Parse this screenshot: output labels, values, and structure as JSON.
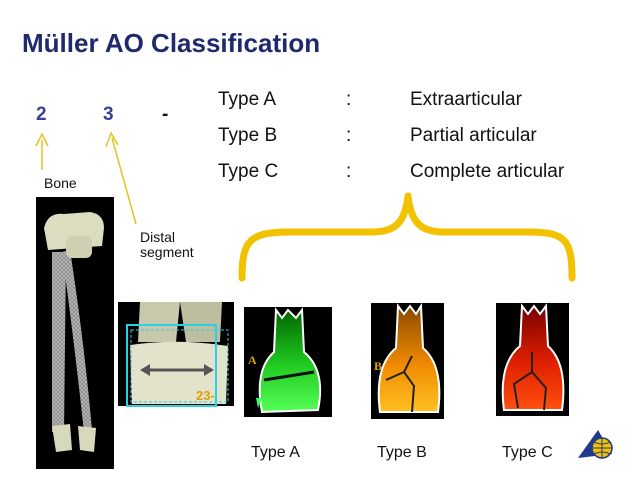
{
  "title": "Müller AO Classification",
  "code": {
    "bone": "2",
    "segment": "3",
    "dash": "-"
  },
  "labels": {
    "bone": "Bone",
    "segment_line1": "Distal",
    "segment_line2": "segment"
  },
  "types": [
    {
      "name": "Type A",
      "sep": ":",
      "desc": "Extraarticular"
    },
    {
      "name": "Type B",
      "sep": ":",
      "desc": "Partial articular"
    },
    {
      "name": "Type C",
      "sep": ":",
      "desc": "Complete articular"
    }
  ],
  "captions": [
    "Type A",
    "Type B",
    "Type C"
  ],
  "image_marks": {
    "a": "A",
    "b": "B",
    "zone": "23-"
  },
  "colors": {
    "title": "#1f2a6e",
    "code": "#3b3f98",
    "brace": "#f2c200",
    "arrow": "#e8c020"
  }
}
